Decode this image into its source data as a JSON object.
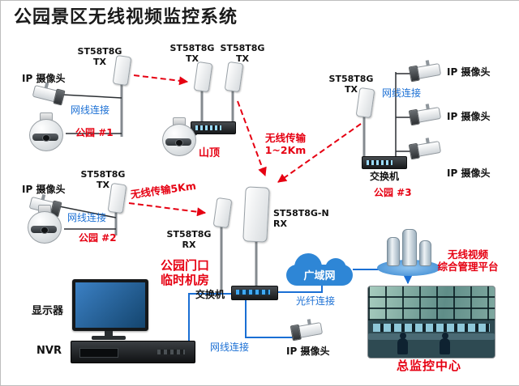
{
  "title": "公园景区无线视频监控系统",
  "colors": {
    "accent_red": "#e60012",
    "link_blue": "#1a6fd4",
    "cloud_blue": "#2e86d6"
  },
  "park1": {
    "tx": "ST58T8G\nTX",
    "camera": "IP 摄像头",
    "cable": "网线连接",
    "name": "公园 #1"
  },
  "hilltop": {
    "tx1": "ST58T8G\nTX",
    "tx2": "ST58T8G\nTX",
    "name": "山顶"
  },
  "park2": {
    "tx": "ST58T8G\nTX",
    "camera": "IP 摄像头",
    "cable": "网线连接",
    "name": "公园 #2"
  },
  "park3": {
    "tx": "ST58T8G\nTX",
    "cable": "网线连接",
    "camera1": "IP 摄像头",
    "camera2": "IP 摄像头",
    "camera3": "IP 摄像头",
    "switch": "交换机",
    "name": "公园 #3"
  },
  "links": {
    "wireless_1_2km": "无线传输\n1~2Km",
    "wireless_5km": "无线传输5Km",
    "fiber": "光纤连接"
  },
  "receivers": {
    "rx": "ST58T8G\nRX",
    "rxn": "ST58T8G-N\nRX"
  },
  "machine_room": {
    "name": "公园门口\n临时机房",
    "switch": "交换机",
    "monitor": "显示器",
    "nvr": "NVR",
    "cable": "网线连接",
    "camera": "IP 摄像头"
  },
  "wan": {
    "label": "广域网"
  },
  "platform": {
    "label": "无线视频\n综合管理平台"
  },
  "monitor_center": {
    "name": "总监控中心"
  }
}
